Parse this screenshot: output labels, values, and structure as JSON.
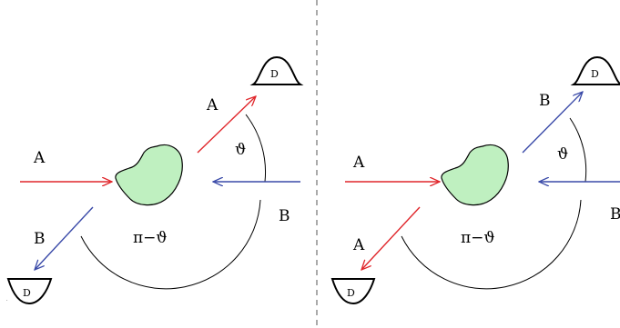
{
  "panels": [
    {
      "id": "left",
      "beam_in_left": "A",
      "beam_in_right": "B",
      "beam_out_upper": "A",
      "beam_out_lower": "B",
      "angle_upper": "ϑ",
      "angle_lower": "π−ϑ",
      "detector_top": "D",
      "detector_bottom": "D"
    },
    {
      "id": "right",
      "beam_in_left": "A",
      "beam_in_right": "B",
      "beam_out_upper": "B",
      "beam_out_lower": "A",
      "angle_upper": "ϑ",
      "angle_lower": "π−ϑ",
      "detector_top": "D",
      "detector_bottom": "D"
    }
  ],
  "colors": {
    "red": "#e0262b",
    "blue": "#3a4aa8",
    "scatterer": "#bff0c0"
  }
}
